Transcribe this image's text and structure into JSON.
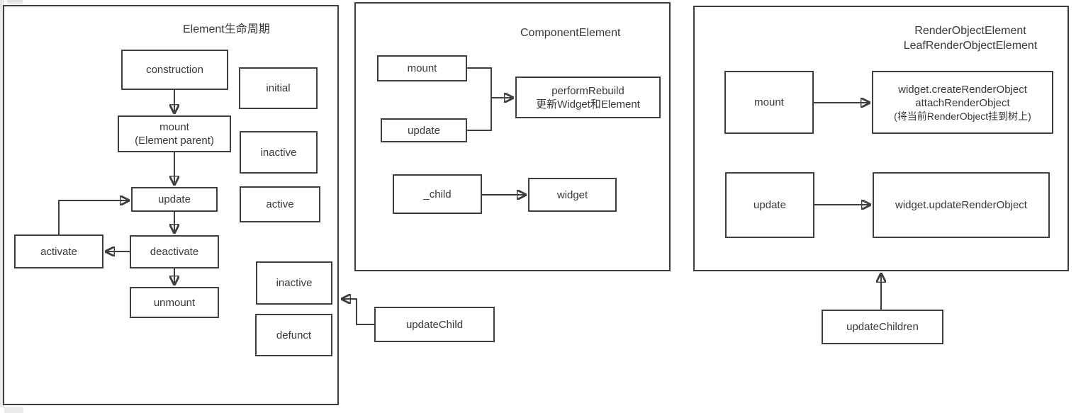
{
  "diagram": {
    "left_panel": {
      "title": "Element生命周期",
      "nodes": {
        "construction": "construction",
        "mount_line1": "mount",
        "mount_line2": "(Element parent)",
        "update": "update",
        "deactivate": "deactivate",
        "unmount": "unmount",
        "activate": "activate",
        "state_initial": "initial",
        "state_inactive": "inactive",
        "state_active": "active",
        "state_inactive_2": "inactive",
        "state_defunct": "defunct"
      }
    },
    "middle_panel": {
      "title": "ComponentElement",
      "nodes": {
        "mount": "mount",
        "update": "update",
        "perform_rebuild_line1": "performRebuild",
        "perform_rebuild_line2": "更新Widget和Element",
        "child": "_child",
        "widget": "widget",
        "update_child": "updateChild"
      }
    },
    "right_panel": {
      "title_line1": "RenderObjectElement",
      "title_line2": "LeafRenderObjectElement",
      "nodes": {
        "mount": "mount",
        "create_line1": "widget.createRenderObject",
        "create_line2": "attachRenderObject",
        "create_line3": "(将当前RenderObject挂到树上)",
        "update": "update",
        "update_render_object": "widget.updateRenderObject",
        "update_children": "updateChildren"
      }
    },
    "colors": {
      "line": "#3f3f3f",
      "text": "#383838",
      "background": "#ffffff"
    }
  }
}
